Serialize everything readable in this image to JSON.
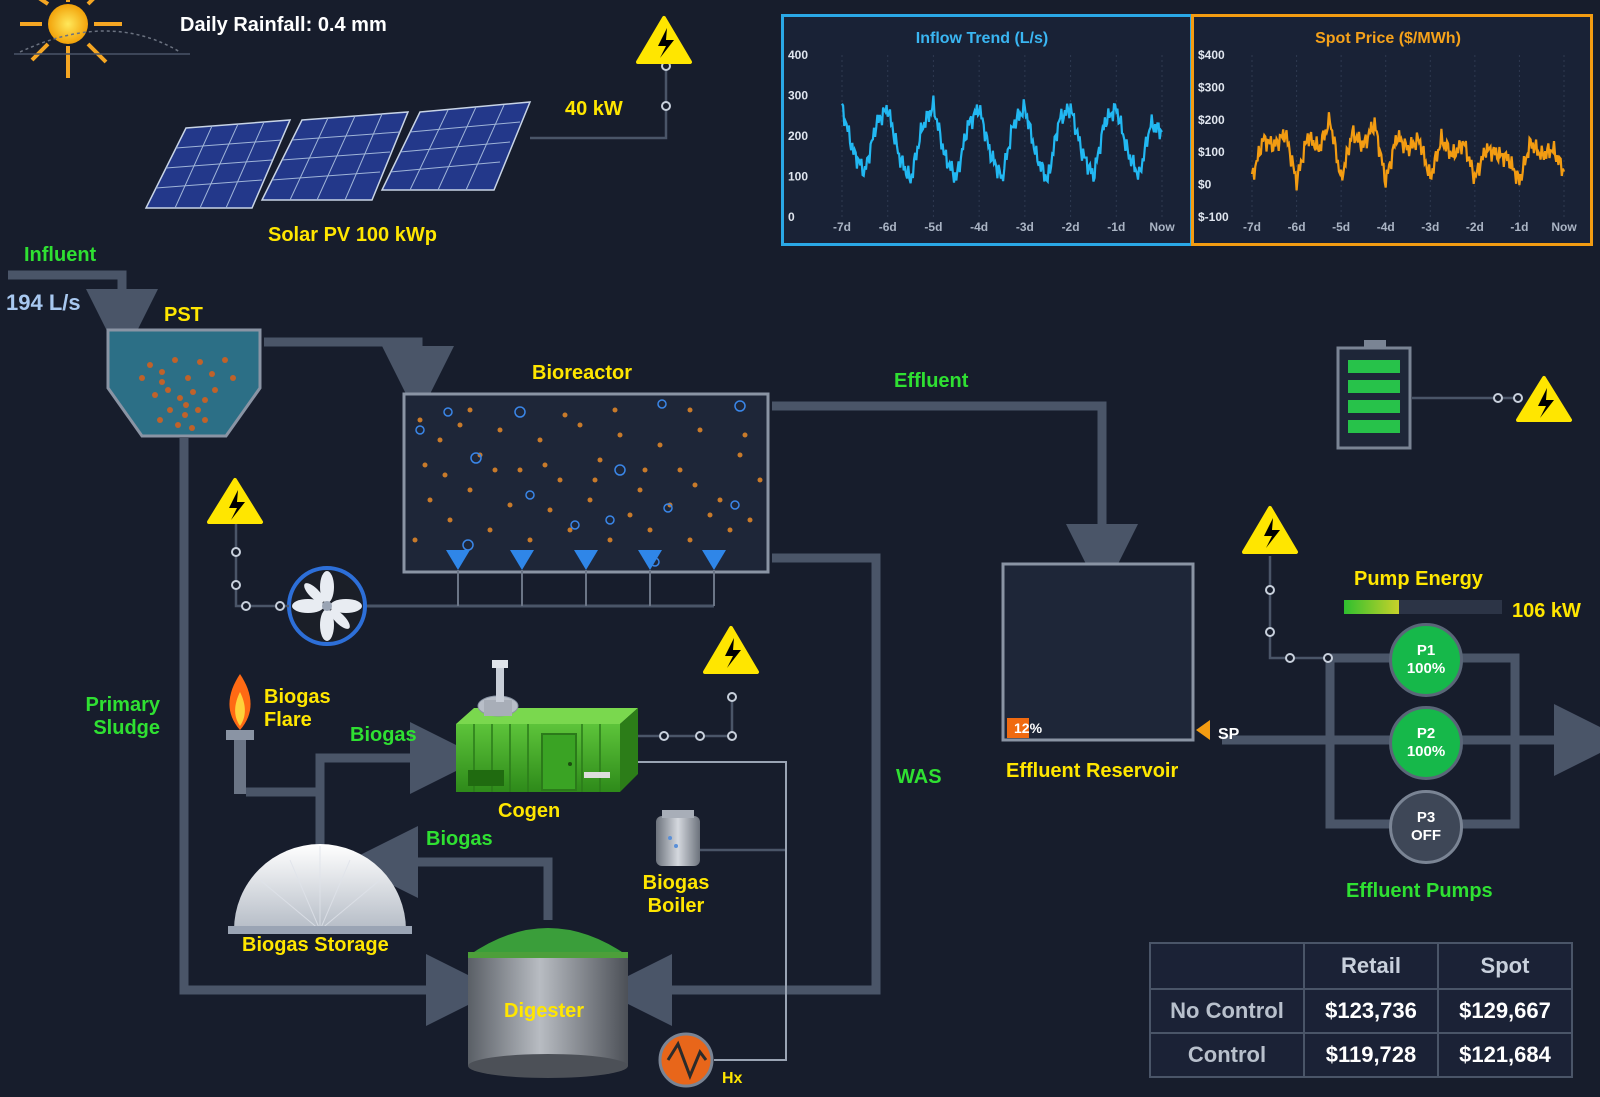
{
  "weather": {
    "rainfall_text": "Daily Rainfall: 0.4 mm"
  },
  "solar": {
    "power_text": "40 kW",
    "label": "Solar PV 100 kWp"
  },
  "influent": {
    "label": "Influent",
    "flow_text": "194 L/s"
  },
  "pst": {
    "label": "PST"
  },
  "bioreactor": {
    "label": "Bioreactor"
  },
  "effluent_label": "Effluent",
  "primary_sludge": {
    "line1": "Primary",
    "line2": "Sludge"
  },
  "biogas_flare": {
    "line1": "Biogas",
    "line2": "Flare"
  },
  "biogas_to_cogen": "Biogas",
  "biogas_to_storage": "Biogas",
  "cogen": {
    "label": "Cogen"
  },
  "was_label": "WAS",
  "biogas_boiler": {
    "line1": "Biogas",
    "line2": "Boiler"
  },
  "biogas_storage": {
    "label": "Biogas Storage"
  },
  "digester": {
    "label": "Digester"
  },
  "hx": {
    "label": "Hx"
  },
  "reservoir": {
    "label": "Effluent Reservoir",
    "level_text": "12%",
    "level": 0.12,
    "setpoint_label": "SP"
  },
  "pumps": {
    "energy_label": "Pump Energy",
    "energy_text": "106 kW",
    "energy_fraction": 0.35,
    "group_label": "Effluent Pumps",
    "items": [
      {
        "name": "P1",
        "state": "100%",
        "on": true
      },
      {
        "name": "P2",
        "state": "100%",
        "on": true
      },
      {
        "name": "P3",
        "state": "OFF",
        "on": false
      }
    ]
  },
  "costs": {
    "columns": [
      "",
      "Retail",
      "Spot"
    ],
    "rows": [
      {
        "label": "No Control",
        "retail": "$123,736",
        "spot": "$129,667"
      },
      {
        "label": "Control",
        "retail": "$119,728",
        "spot": "$121,684"
      }
    ]
  },
  "colors": {
    "inflow": "#22b8f2",
    "price": "#f39c12",
    "label_yellow": "#ffe600",
    "label_green": "#2fe032",
    "pipe": "#4a5568"
  },
  "chart_data": [
    {
      "type": "line",
      "title": "Inflow Trend (L/s)",
      "xlabel": "",
      "ylabel": "",
      "x_ticks": [
        "-7d",
        "-6d",
        "-5d",
        "-4d",
        "-3d",
        "-2d",
        "-1d",
        "Now"
      ],
      "y_ticks": [
        "0",
        "100",
        "200",
        "300",
        "400"
      ],
      "ylim": [
        0,
        400
      ],
      "x": [
        -7,
        -6.75,
        -6.5,
        -6.25,
        -6,
        -5.75,
        -5.5,
        -5.25,
        -5,
        -4.75,
        -4.5,
        -4.25,
        -4,
        -3.75,
        -3.5,
        -3.25,
        -3,
        -2.75,
        -2.5,
        -2.25,
        -2,
        -1.75,
        -1.5,
        -1.25,
        -1,
        -0.75,
        -0.5,
        -0.25,
        0
      ],
      "series": [
        {
          "values": [
            270,
            160,
            110,
            230,
            270,
            150,
            90,
            220,
            275,
            150,
            95,
            225,
            270,
            155,
            95,
            230,
            270,
            150,
            90,
            240,
            270,
            160,
            100,
            235,
            270,
            160,
            100,
            230,
            210
          ]
        }
      ],
      "grid": true
    },
    {
      "type": "line",
      "title": "Spot Price ($/MWh)",
      "xlabel": "",
      "ylabel": "",
      "x_ticks": [
        "-7d",
        "-6d",
        "-5d",
        "-4d",
        "-3d",
        "-2d",
        "-1d",
        "Now"
      ],
      "y_ticks": [
        "$-100",
        "$0",
        "$100",
        "$200",
        "$300",
        "$400"
      ],
      "ylim": [
        -100,
        400
      ],
      "x": [
        -7,
        -6.75,
        -6.5,
        -6.25,
        -6,
        -5.75,
        -5.5,
        -5.25,
        -5,
        -4.75,
        -4.5,
        -4.25,
        -4,
        -3.75,
        -3.5,
        -3.25,
        -3,
        -2.75,
        -2.5,
        -2.25,
        -2,
        -1.75,
        -1.5,
        -1.25,
        -1,
        -0.75,
        -0.5,
        -0.25,
        0
      ],
      "series": [
        {
          "values": [
            20,
            140,
            120,
            160,
            10,
            150,
            110,
            200,
            15,
            160,
            120,
            190,
            10,
            150,
            110,
            140,
            20,
            140,
            90,
            130,
            20,
            110,
            95,
            80,
            10,
            130,
            90,
            110,
            40
          ]
        }
      ],
      "grid": true
    }
  ]
}
